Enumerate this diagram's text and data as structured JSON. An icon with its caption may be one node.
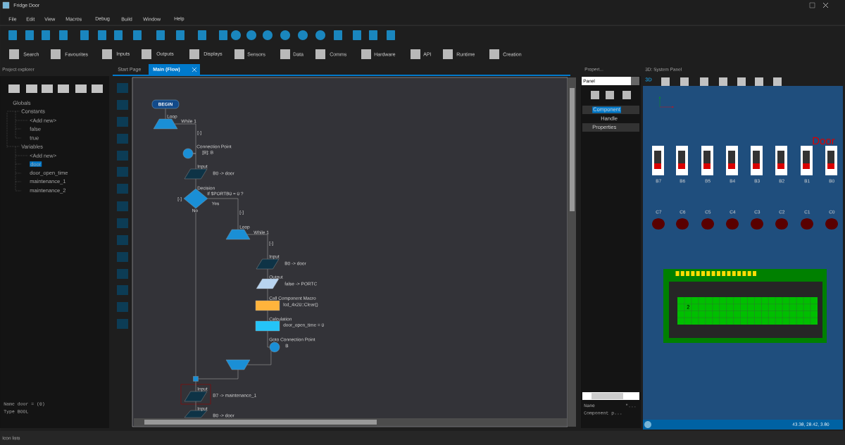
{
  "diagram": {
    "title": "Fridge Door",
    "nodes": [
      {
        "text": [
          "BEGIN"
        ]
      },
      {
        "text": [
          "Loop"
        ],
        "beside": [
          "While 1"
        ]
      },
      {
        "text": [
          "Connection Point",
          "[B]: B"
        ]
      },
      {
        "text": [
          "Input",
          "B0 -> door"
        ]
      },
      {
        "text": [
          "Decision",
          "If $PORTB0 = 0 ?"
        ]
      },
      {
        "text": [
          "Loop"
        ],
        "beside": [
          "While 1"
        ]
      },
      {
        "text": [
          "Input",
          "B0 -> door"
        ]
      },
      {
        "text": [
          "Output",
          "false -> PORTC"
        ]
      },
      {
        "text": [
          "Call Component Macro",
          "lcd_4x20::Clear()"
        ]
      },
      {
        "text": [
          "Calculation",
          "door_open_time = 0"
        ]
      },
      {
        "text": [
          "Goto Connection Point",
          "B"
        ]
      },
      {
        "text": [],
        "shape": "box"
      },
      {
        "text": [],
        "shape": "box"
      },
      {
        "text": [
          "Input",
          "B7 -> maintenance_1"
        ]
      },
      {
        "text": [
          "Input",
          "B0 -> door"
        ]
      }
    ],
    "edges": [
      {
        "from": 0,
        "to": 1,
        "arrow": "none"
      },
      {
        "from": 1,
        "to": 2,
        "arrow": "none"
      },
      {
        "from": 2,
        "to": 3,
        "arrow": "none"
      },
      {
        "from": 3,
        "to": 4,
        "arrow": "none"
      },
      {
        "from": 4,
        "to": 5,
        "arrow": "none",
        "label": "Yes"
      },
      {
        "from": 4,
        "to": 12,
        "arrow": "none",
        "label": "No"
      },
      {
        "from": 5,
        "to": 6,
        "arrow": "none"
      },
      {
        "from": 6,
        "to": 7,
        "arrow": "none"
      },
      {
        "from": 7,
        "to": 8,
        "arrow": "none"
      },
      {
        "from": 8,
        "to": 9,
        "arrow": "none"
      },
      {
        "from": 9,
        "to": 10,
        "arrow": "none"
      },
      {
        "from": 10,
        "to": 11,
        "arrow": "none"
      },
      {
        "from": 11,
        "to": 12,
        "arrow": "none"
      },
      {
        "from": 12,
        "to": 13,
        "arrow": "none"
      },
      {
        "from": 13,
        "to": 14,
        "arrow": "none"
      }
    ],
    "labels": [
      "File",
      "Edit",
      "View",
      "Macros",
      "Debug",
      "Build",
      "Window",
      "Help",
      "Search",
      "Favourites",
      "Inputs",
      "Outputs",
      "Displays",
      "Sensors",
      "Data",
      "Comms",
      "Hardware",
      "API",
      "Runtime",
      "Creation",
      "Project explorer",
      "Globals",
      "Constants",
      "<Add new>",
      "false",
      "true",
      "Variables",
      "<Add new>",
      "door",
      "door_open_time",
      "maintenance_1",
      "maintenance_2",
      "Name door = (0)",
      "Type BOOL",
      "Start Page",
      "Main (Flow)",
      "[-]",
      "[-]",
      "[-]",
      "[-]",
      "Propert...",
      "Panel",
      "Component",
      "Handle",
      "Properties",
      "Name",
      "\"...",
      "Component p...",
      "3D: System Panel",
      "3D",
      "Door",
      "B7",
      "B6",
      "B5",
      "B4",
      "B3",
      "B2",
      "B1",
      "B0",
      "C7",
      "C6",
      "C5",
      "C4",
      "C3",
      "C2",
      "C1",
      "C0",
      "2",
      "43.38, 28.42, 3.80",
      "Icon lists"
    ]
  }
}
